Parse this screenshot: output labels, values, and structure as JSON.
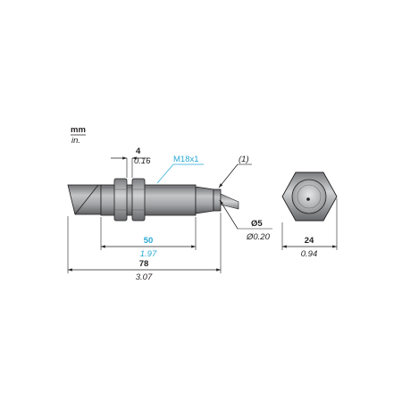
{
  "units": {
    "metric": "mm",
    "imperial": "in."
  },
  "dimensions": {
    "flat_thickness": {
      "mm": "4",
      "in": "0.16"
    },
    "thread": "M18x1",
    "cable_note": "(1)",
    "cable_diameter": {
      "mm": "Ø5",
      "in": "Ø0.20"
    },
    "thread_length": {
      "mm": "50",
      "in": "1.97"
    },
    "overall_length": {
      "mm": "78",
      "in": "3.07"
    },
    "across_flats": {
      "mm": "24",
      "in": "0.94"
    }
  },
  "colors": {
    "body_gray": "#9d9fa2",
    "line": "#231f20",
    "accent_blue": "#29a9d6"
  }
}
